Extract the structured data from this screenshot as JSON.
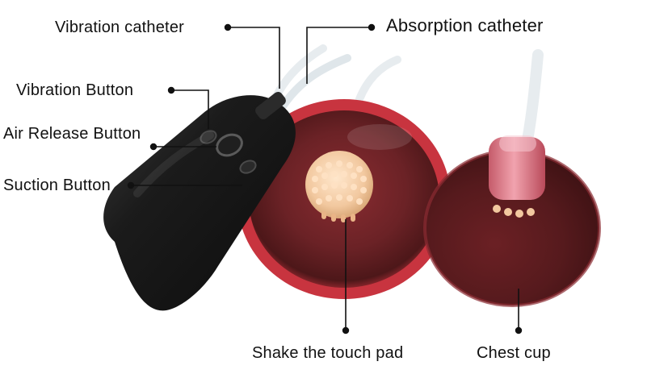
{
  "labels": {
    "vibration_catheter": "Vibration catheter",
    "absorption_catheter": "Absorption catheter",
    "vibration_button": "Vibration Button",
    "air_release_button": "Air Release Button",
    "suction_button": "Suction Button",
    "shake_touch_pad": "Shake the touch pad",
    "chest_cup": "Chest cup"
  },
  "colors": {
    "background": "#ffffff",
    "text": "#111111",
    "callout": "#111111",
    "cup_red": "#c8343f",
    "cup_dark": "#5b1a1d",
    "device_black": "#1b1b1b",
    "pad": "#f2c89f",
    "tube": "#e7ecef"
  }
}
